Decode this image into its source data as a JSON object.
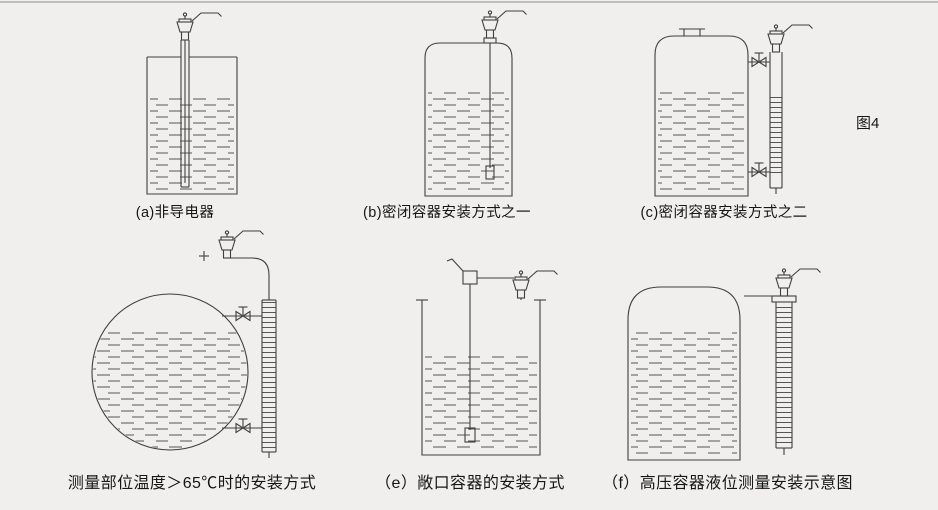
{
  "figure_label": "图4",
  "captions": {
    "a": "(a)非导电器",
    "b": "(b)密闭容器安装方式之一",
    "c": "(c)密闭容器安装方式之二",
    "d": "测量部位温度＞65℃时的安装方式",
    "e": "（e）敞口容器的安装方式",
    "f": "（f）高压容器液位测量安装示意图"
  },
  "colors": {
    "background": "#f0efed",
    "line": "#3f3f3f",
    "text": "#161616"
  }
}
